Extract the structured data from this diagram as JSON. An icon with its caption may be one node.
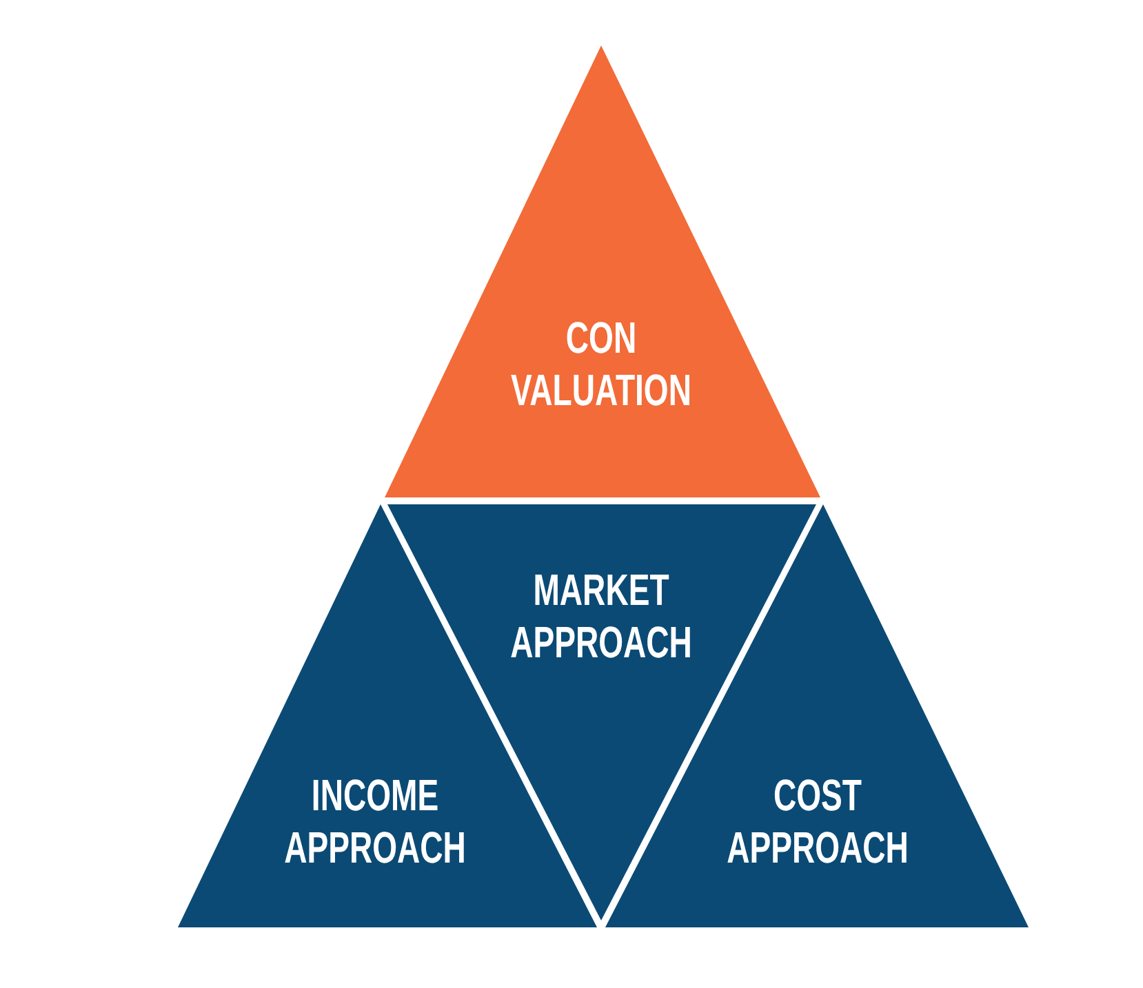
{
  "diagram": {
    "nodes": [
      {
        "text": [
          "CON VALUATION"
        ]
      },
      {
        "text": [
          "MARKET APPROACH"
        ]
      },
      {
        "text": [
          "INCOME APPROACH"
        ]
      },
      {
        "text": [
          "COST APPROACH"
        ]
      }
    ]
  }
}
